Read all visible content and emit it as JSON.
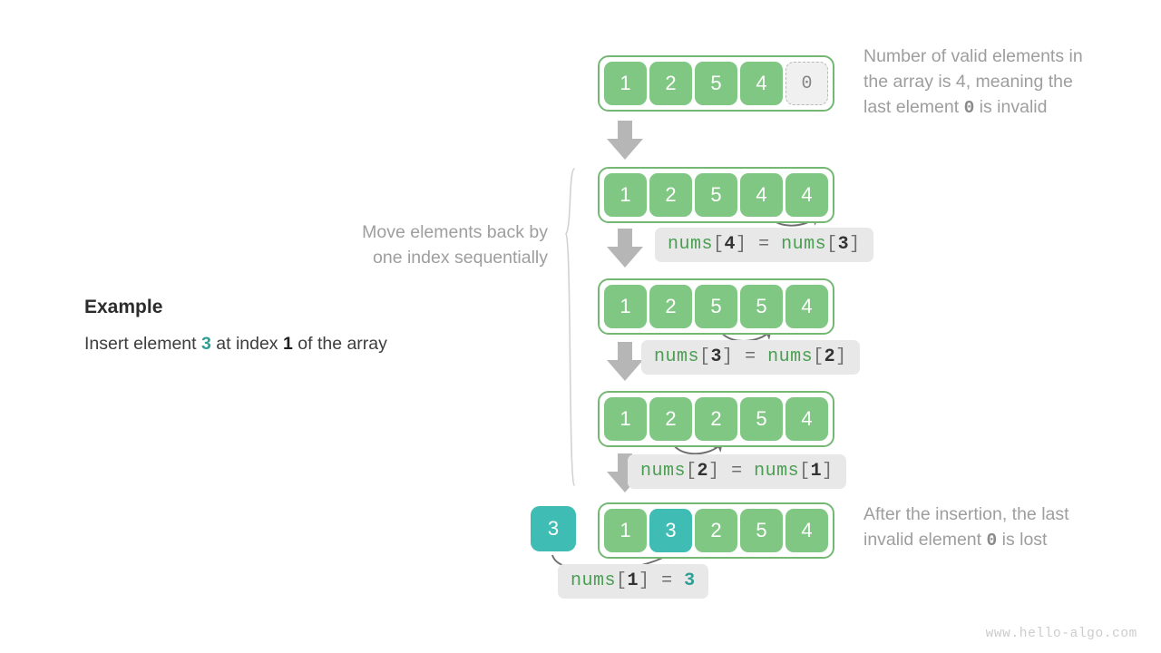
{
  "meta": {
    "watermark": "www.hello-algo.com",
    "colors": {
      "green_cell": "#81c784",
      "green_border": "#74b874",
      "teal_cell": "#3fbdb4",
      "teal_text": "#2f9e94",
      "grey_arrow": "#b4b4b4",
      "curve_arrow": "#6e6e6e",
      "note_text": "#9e9e9e",
      "code_bg": "#e8e8e8",
      "invalid_bg": "#f0f0f0"
    }
  },
  "example": {
    "title": "Example",
    "desc_prefix": "Insert element ",
    "desc_value": "3",
    "desc_middle": " at index ",
    "desc_index": "1",
    "desc_suffix": " of the array"
  },
  "notes": {
    "top": {
      "line1": "Number of valid elements in",
      "line2_a": "the array is 4, meaning the",
      "line3_a": "last element ",
      "line3_mono": "0",
      "line3_b": " is invalid"
    },
    "brace_label": "Move elements back by\none index sequentially",
    "bottom": {
      "line1": "After the insertion, the last",
      "line2_a": "invalid element ",
      "line2_mono": "0",
      "line2_b": " is lost"
    }
  },
  "arrays": [
    {
      "id": "array-initial",
      "cells": [
        {
          "value": "1",
          "style": "green"
        },
        {
          "value": "2",
          "style": "green"
        },
        {
          "value": "5",
          "style": "green"
        },
        {
          "value": "4",
          "style": "green"
        },
        {
          "value": "0",
          "style": "invalid"
        }
      ]
    },
    {
      "id": "array-step1",
      "cells": [
        {
          "value": "1",
          "style": "green"
        },
        {
          "value": "2",
          "style": "green"
        },
        {
          "value": "5",
          "style": "green"
        },
        {
          "value": "4",
          "style": "green"
        },
        {
          "value": "4",
          "style": "green"
        }
      ]
    },
    {
      "id": "array-step2",
      "cells": [
        {
          "value": "1",
          "style": "green"
        },
        {
          "value": "2",
          "style": "green"
        },
        {
          "value": "5",
          "style": "green"
        },
        {
          "value": "5",
          "style": "green"
        },
        {
          "value": "4",
          "style": "green"
        }
      ]
    },
    {
      "id": "array-step3",
      "cells": [
        {
          "value": "1",
          "style": "green"
        },
        {
          "value": "2",
          "style": "green"
        },
        {
          "value": "2",
          "style": "green"
        },
        {
          "value": "5",
          "style": "green"
        },
        {
          "value": "4",
          "style": "green"
        }
      ]
    },
    {
      "id": "array-final",
      "cells": [
        {
          "value": "1",
          "style": "green"
        },
        {
          "value": "3",
          "style": "teal"
        },
        {
          "value": "2",
          "style": "green"
        },
        {
          "value": "5",
          "style": "green"
        },
        {
          "value": "4",
          "style": "green"
        }
      ]
    }
  ],
  "insert_value": "3",
  "code_labels": [
    {
      "id": "code-step1",
      "fn": "nums",
      "open": "[",
      "lhs_index": "4",
      "close": "]",
      "eq": " = ",
      "rhs_fn": "nums",
      "rhs_open": "[",
      "rhs_index": "3",
      "rhs_close": "]",
      "rhs_kind": "ref"
    },
    {
      "id": "code-step2",
      "fn": "nums",
      "open": "[",
      "lhs_index": "3",
      "close": "]",
      "eq": " = ",
      "rhs_fn": "nums",
      "rhs_open": "[",
      "rhs_index": "2",
      "rhs_close": "]",
      "rhs_kind": "ref"
    },
    {
      "id": "code-step3",
      "fn": "nums",
      "open": "[",
      "lhs_index": "2",
      "close": "]",
      "eq": " = ",
      "rhs_fn": "nums",
      "rhs_open": "[",
      "rhs_index": "1",
      "rhs_close": "]",
      "rhs_kind": "ref"
    },
    {
      "id": "code-final",
      "fn": "nums",
      "open": "[",
      "lhs_index": "1",
      "close": "]",
      "eq": " = ",
      "rhs_value": "3",
      "rhs_kind": "literal"
    }
  ]
}
